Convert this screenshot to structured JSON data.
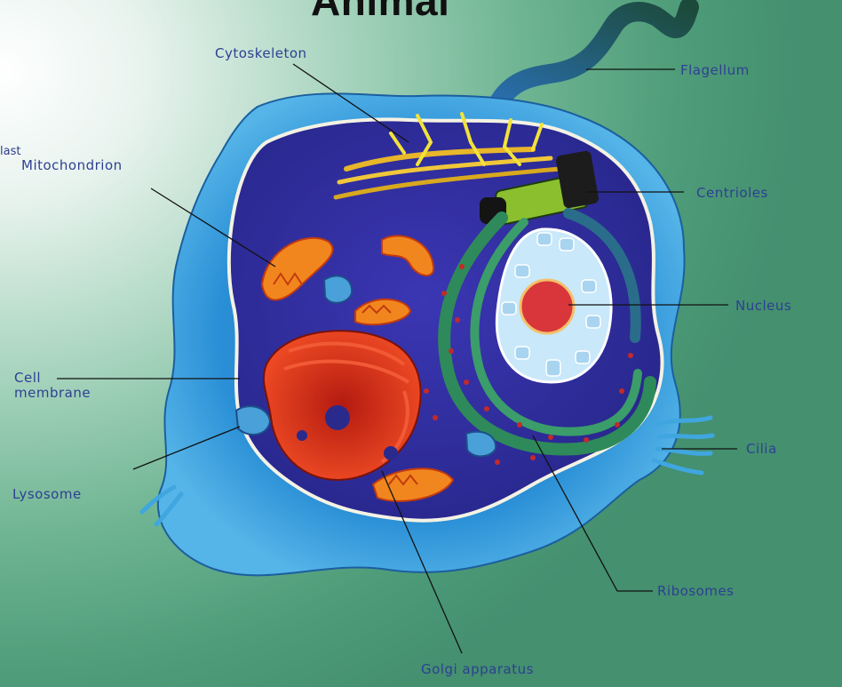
{
  "title": "Animal",
  "stray_text": "last",
  "colors": {
    "label_text": "#2e3f92",
    "leader_line": "#111111",
    "outer_membrane": "#3a9fd9",
    "cytoplasm": "#2f2f9e",
    "nucleus": "#bfe3f7",
    "nucleolus": "#d8363a",
    "golgi": "#e2361e",
    "mitochondria": "#f2861e"
  },
  "labels": {
    "cytoskeleton": "Cytoskeleton",
    "flagellum": "Flagellum",
    "mitochondrion": "Mitochondrion",
    "centrioles": "Centrioles",
    "nucleus": "Nucleus",
    "cell_membrane_line1": "Cell",
    "cell_membrane_line2": "membrane",
    "cilia": "Cilia",
    "lysosome": "Lysosome",
    "ribosomes": "Ribosomes",
    "golgi_apparatus": "Golgi apparatus"
  }
}
